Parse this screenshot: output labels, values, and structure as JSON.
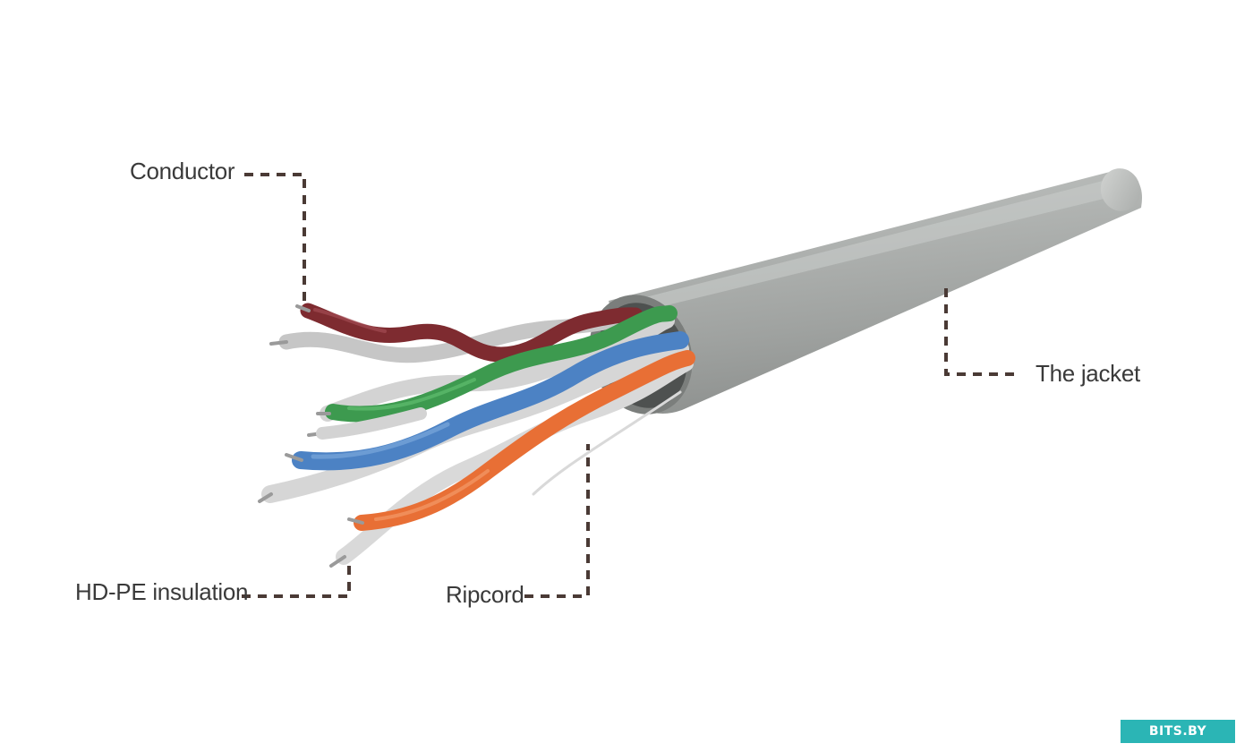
{
  "labels": {
    "conductor": "Conductor",
    "jacket": "The jacket",
    "insulation": "HD-PE insulation",
    "ripcord": "Ripcord"
  },
  "watermark": "BITS.BY",
  "colors": {
    "jacket": "#a7aaa8",
    "pair_brown": "#7e2b30",
    "pair_green": "#3d9a4f",
    "pair_blue": "#4c82c4",
    "pair_orange": "#e86f35",
    "insulation_white": "#dcdcdc",
    "leader_line": "#4a3a35",
    "watermark_bg": "#2bb5b5"
  }
}
